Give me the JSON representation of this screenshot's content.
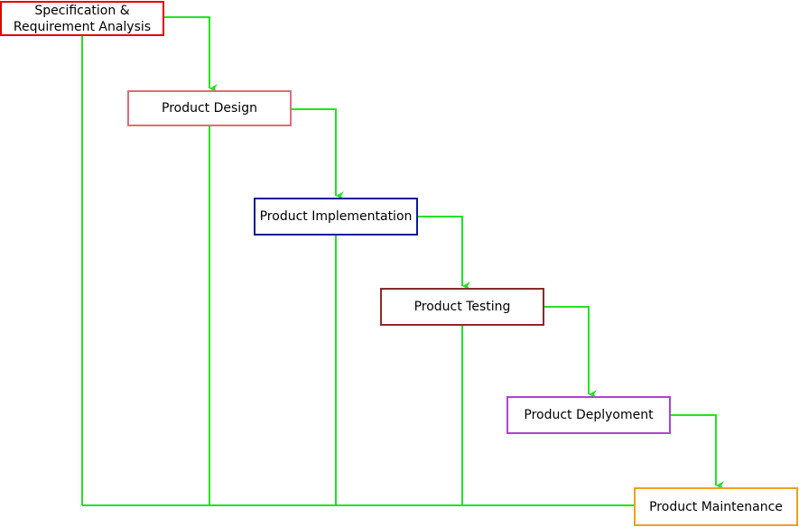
{
  "diagram": {
    "steps": [
      {
        "label": "Specification &\nRequirement Analysis",
        "border_color": "#e00000"
      },
      {
        "label": "Product Design",
        "border_color": "#e06c78"
      },
      {
        "label": "Product Implementation",
        "border_color": "#0a1a9a"
      },
      {
        "label": "Product Testing",
        "border_color": "#8b2a2a"
      },
      {
        "label": "Product Deplyoment",
        "border_color": "#b040d8"
      },
      {
        "label": "Product Maintenance",
        "border_color": "#f0a020"
      }
    ],
    "connector_color": "#22e322"
  }
}
